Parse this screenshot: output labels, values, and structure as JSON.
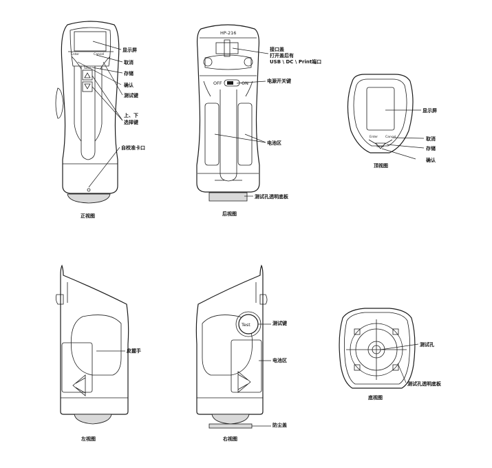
{
  "views": {
    "front": {
      "caption": "正视图",
      "button_enter": "Enter",
      "button_cancel": "Cancel",
      "button_save": "Save",
      "labels": {
        "screen": "显示屏",
        "cancel": "取消",
        "save": "存储",
        "confirm": "确认",
        "test_key": "测试键",
        "updown_1": "上、下",
        "updown_2": "选择键",
        "calibration": "自校准卡口"
      }
    },
    "back": {
      "caption": "后视图",
      "model": "HP-216",
      "switch_off": "OFF",
      "switch_on": "ON",
      "labels": {
        "port_1": "接口盖",
        "port_2": "打开盖后有",
        "port_3": "USB \\ DC \\ Print端口",
        "power_switch": "电源开关键",
        "battery": "电池区",
        "base": "测试孔透明底板"
      }
    },
    "top": {
      "caption": "顶视图",
      "button_enter": "Enter",
      "button_cancel": "Cancel",
      "button_save": "Save",
      "labels": {
        "screen": "显示屏",
        "cancel": "取消",
        "save": "存储",
        "confirm": "确认"
      }
    },
    "left": {
      "caption": "左视图",
      "labels": {
        "grip": "皮握手"
      }
    },
    "right": {
      "caption": "右视图",
      "test_button": "Test",
      "labels": {
        "test_key": "测试键",
        "battery": "电池区",
        "dust_cover": "防尘盖"
      }
    },
    "bottom": {
      "caption": "底视图",
      "labels": {
        "test_hole": "测试孔",
        "base": "测试孔透明底板"
      }
    }
  }
}
